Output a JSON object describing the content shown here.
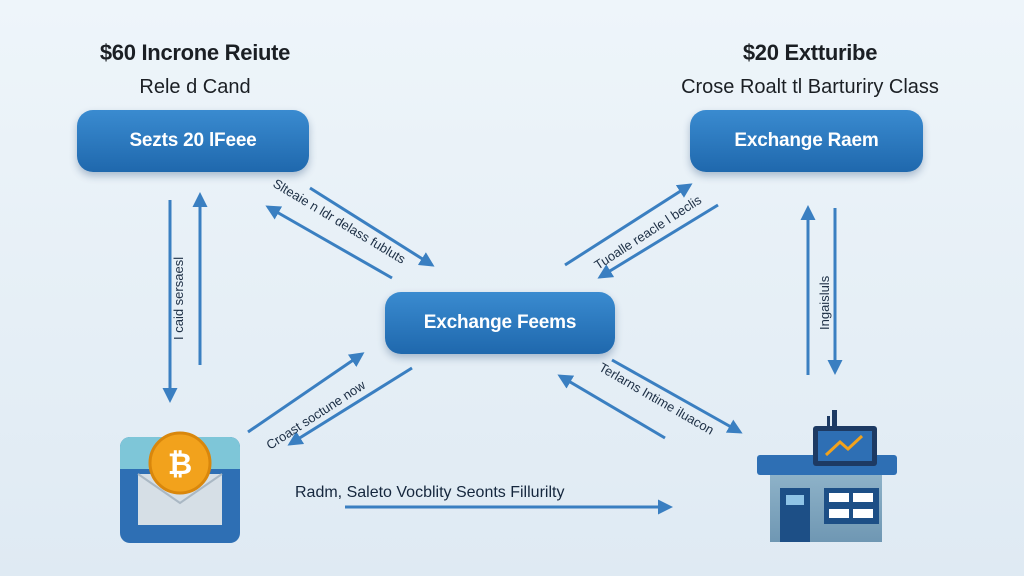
{
  "headings": {
    "left": {
      "title": "$60 Incrone Reiute",
      "subtitle": "Rele d Cand"
    },
    "right": {
      "title": "$20 Extturibe",
      "subtitle": "Crose Roalt tl Barturiry Class"
    }
  },
  "nodes": {
    "left": "Sezts 20 lFeee",
    "right": "Exchange Raem",
    "center": "Exchange Feems"
  },
  "arrow_labels": {
    "left_vertical": "I caid sersaesl",
    "upper_left_diagonal": "Slteaie n ldr delass fubluts",
    "upper_right_diagonal": "Tuoalle reacle l beclis",
    "right_vertical": "Ingaisluls",
    "lower_left_diagonal": "Croast soctune now",
    "lower_right_diagonal": "Terlarns Intime iluacon",
    "bottom": "Radm, Saleto Vocblity Seonts Fillurilty"
  },
  "icons": {
    "wallet": "bitcoin-wallet-icon",
    "exchange": "exchange-building-icon"
  },
  "colors": {
    "node_fill": "#2874bb",
    "arrow": "#3a7fc1",
    "coin": "#f2a21c"
  }
}
